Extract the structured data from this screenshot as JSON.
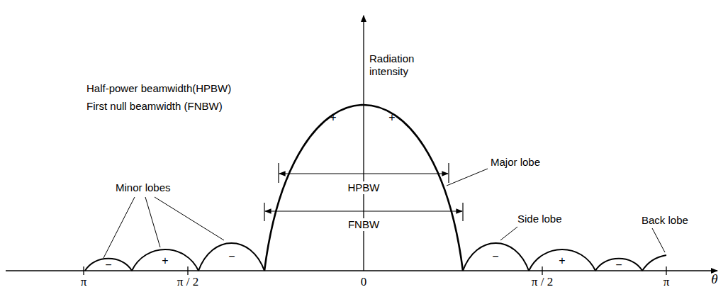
{
  "diagram": {
    "labels": [
      "Radiation intensity",
      "Half-power beamwidth(HPBW)",
      "First null beamwidth (FNBW)",
      "+",
      "+",
      "Major lobe",
      "HPBW",
      "Minor lobes",
      "Side lobe",
      "Back lobe",
      "FNBW",
      "−",
      "−",
      "+",
      "+",
      "−",
      "−",
      "π",
      "π / 2",
      "0",
      "π / 2",
      "π",
      "θ"
    ]
  }
}
